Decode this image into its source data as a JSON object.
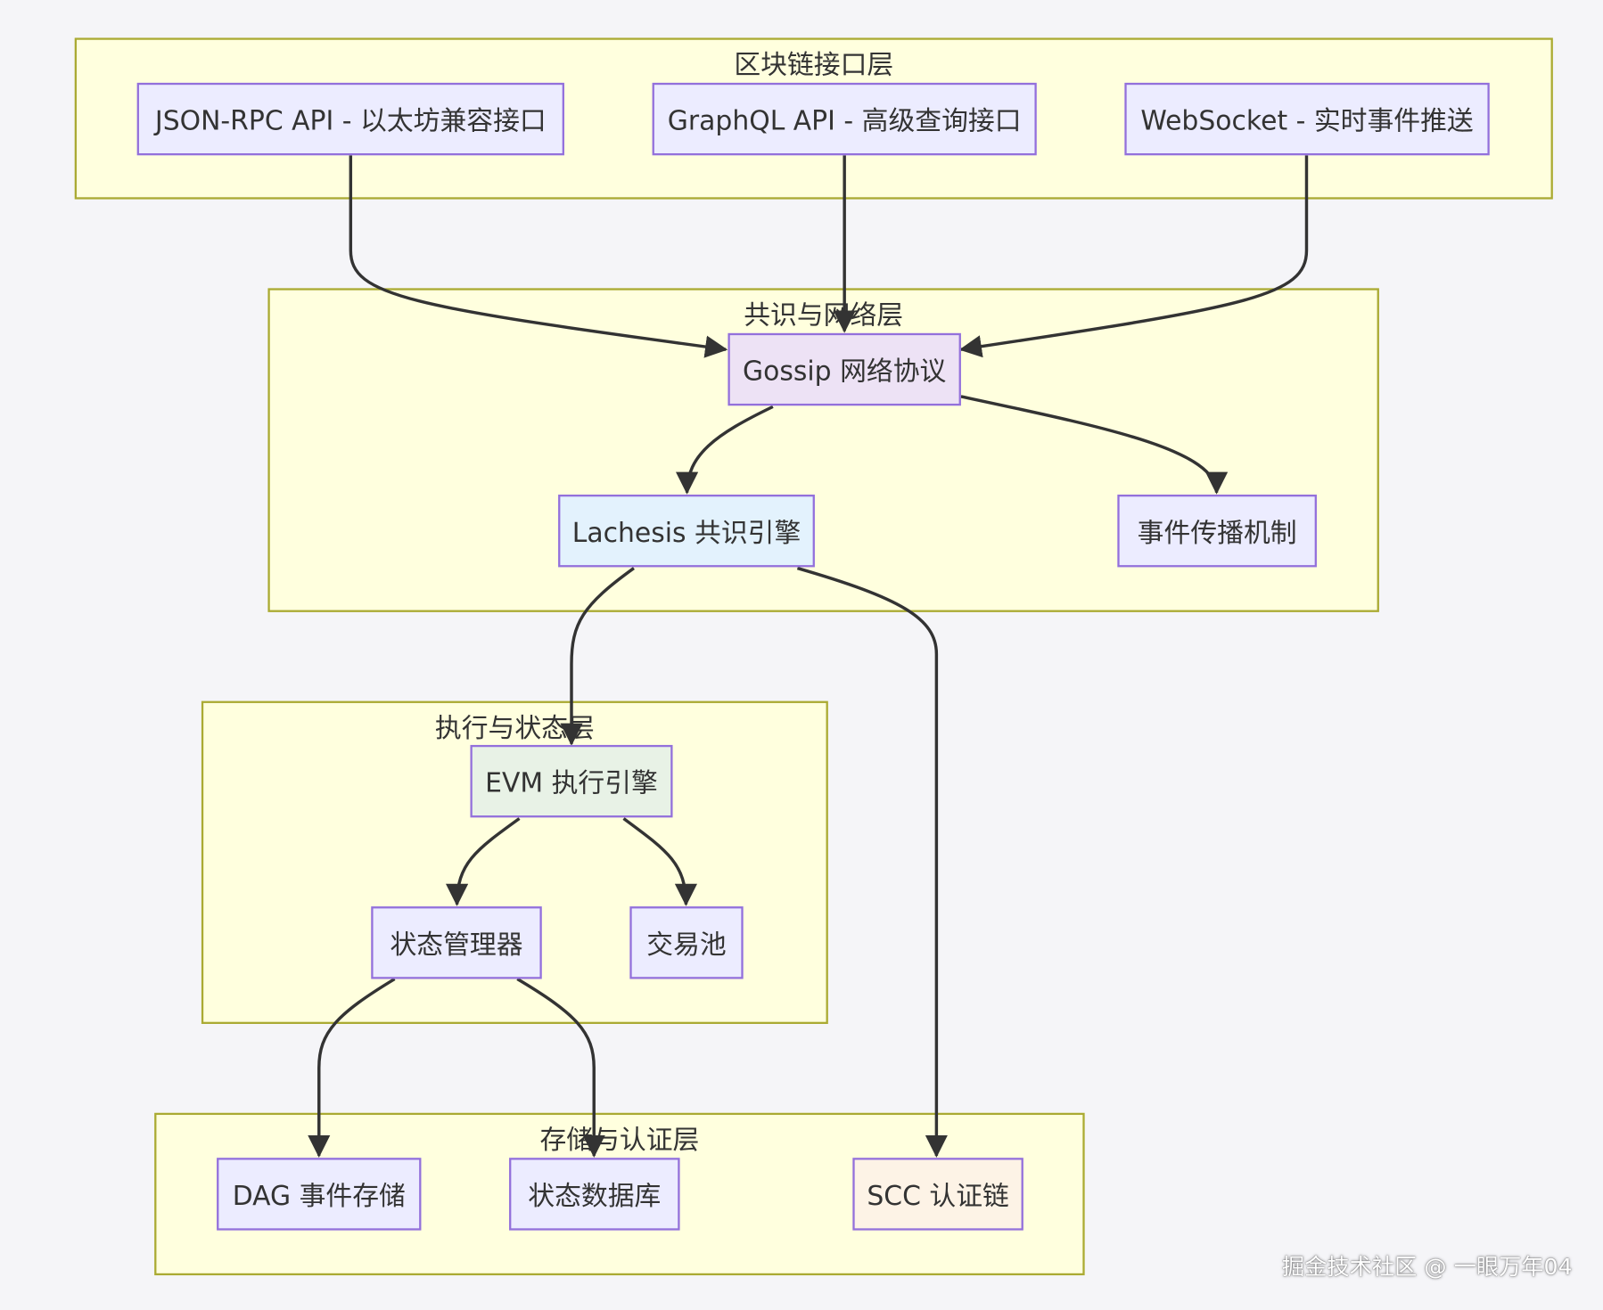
{
  "clusters": {
    "interface": {
      "title": "区块链接口层"
    },
    "consensus": {
      "title": "共识与网络层"
    },
    "execution": {
      "title": "执行与状态层"
    },
    "storage": {
      "title": "存储与认证层"
    }
  },
  "nodes": {
    "json_rpc": "JSON-RPC API - 以太坊兼容接口",
    "graphql": "GraphQL API - 高级查询接口",
    "websocket": "WebSocket - 实时事件推送",
    "gossip": "Gossip 网络协议",
    "lachesis": "Lachesis 共识引擎",
    "event_propagation": "事件传播机制",
    "evm": "EVM 执行引擎",
    "state_manager": "状态管理器",
    "tx_pool": "交易池",
    "dag_storage": "DAG 事件存储",
    "state_db": "状态数据库",
    "scc_chain": "SCC 认证链"
  },
  "colors": {
    "background": "#f5f5f8",
    "cluster_fill": "#ffffde",
    "cluster_border": "#aaaa33",
    "node_default": "#ececff",
    "node_border": "#9370db",
    "gossip_fill": "#ede2f5",
    "lachesis_fill": "#e3f2fd",
    "evm_fill": "#e8f2e6",
    "scc_fill": "#fdf3e6",
    "edge": "#333333"
  },
  "watermark": "掘金技术社区 @ 一眼万年04"
}
